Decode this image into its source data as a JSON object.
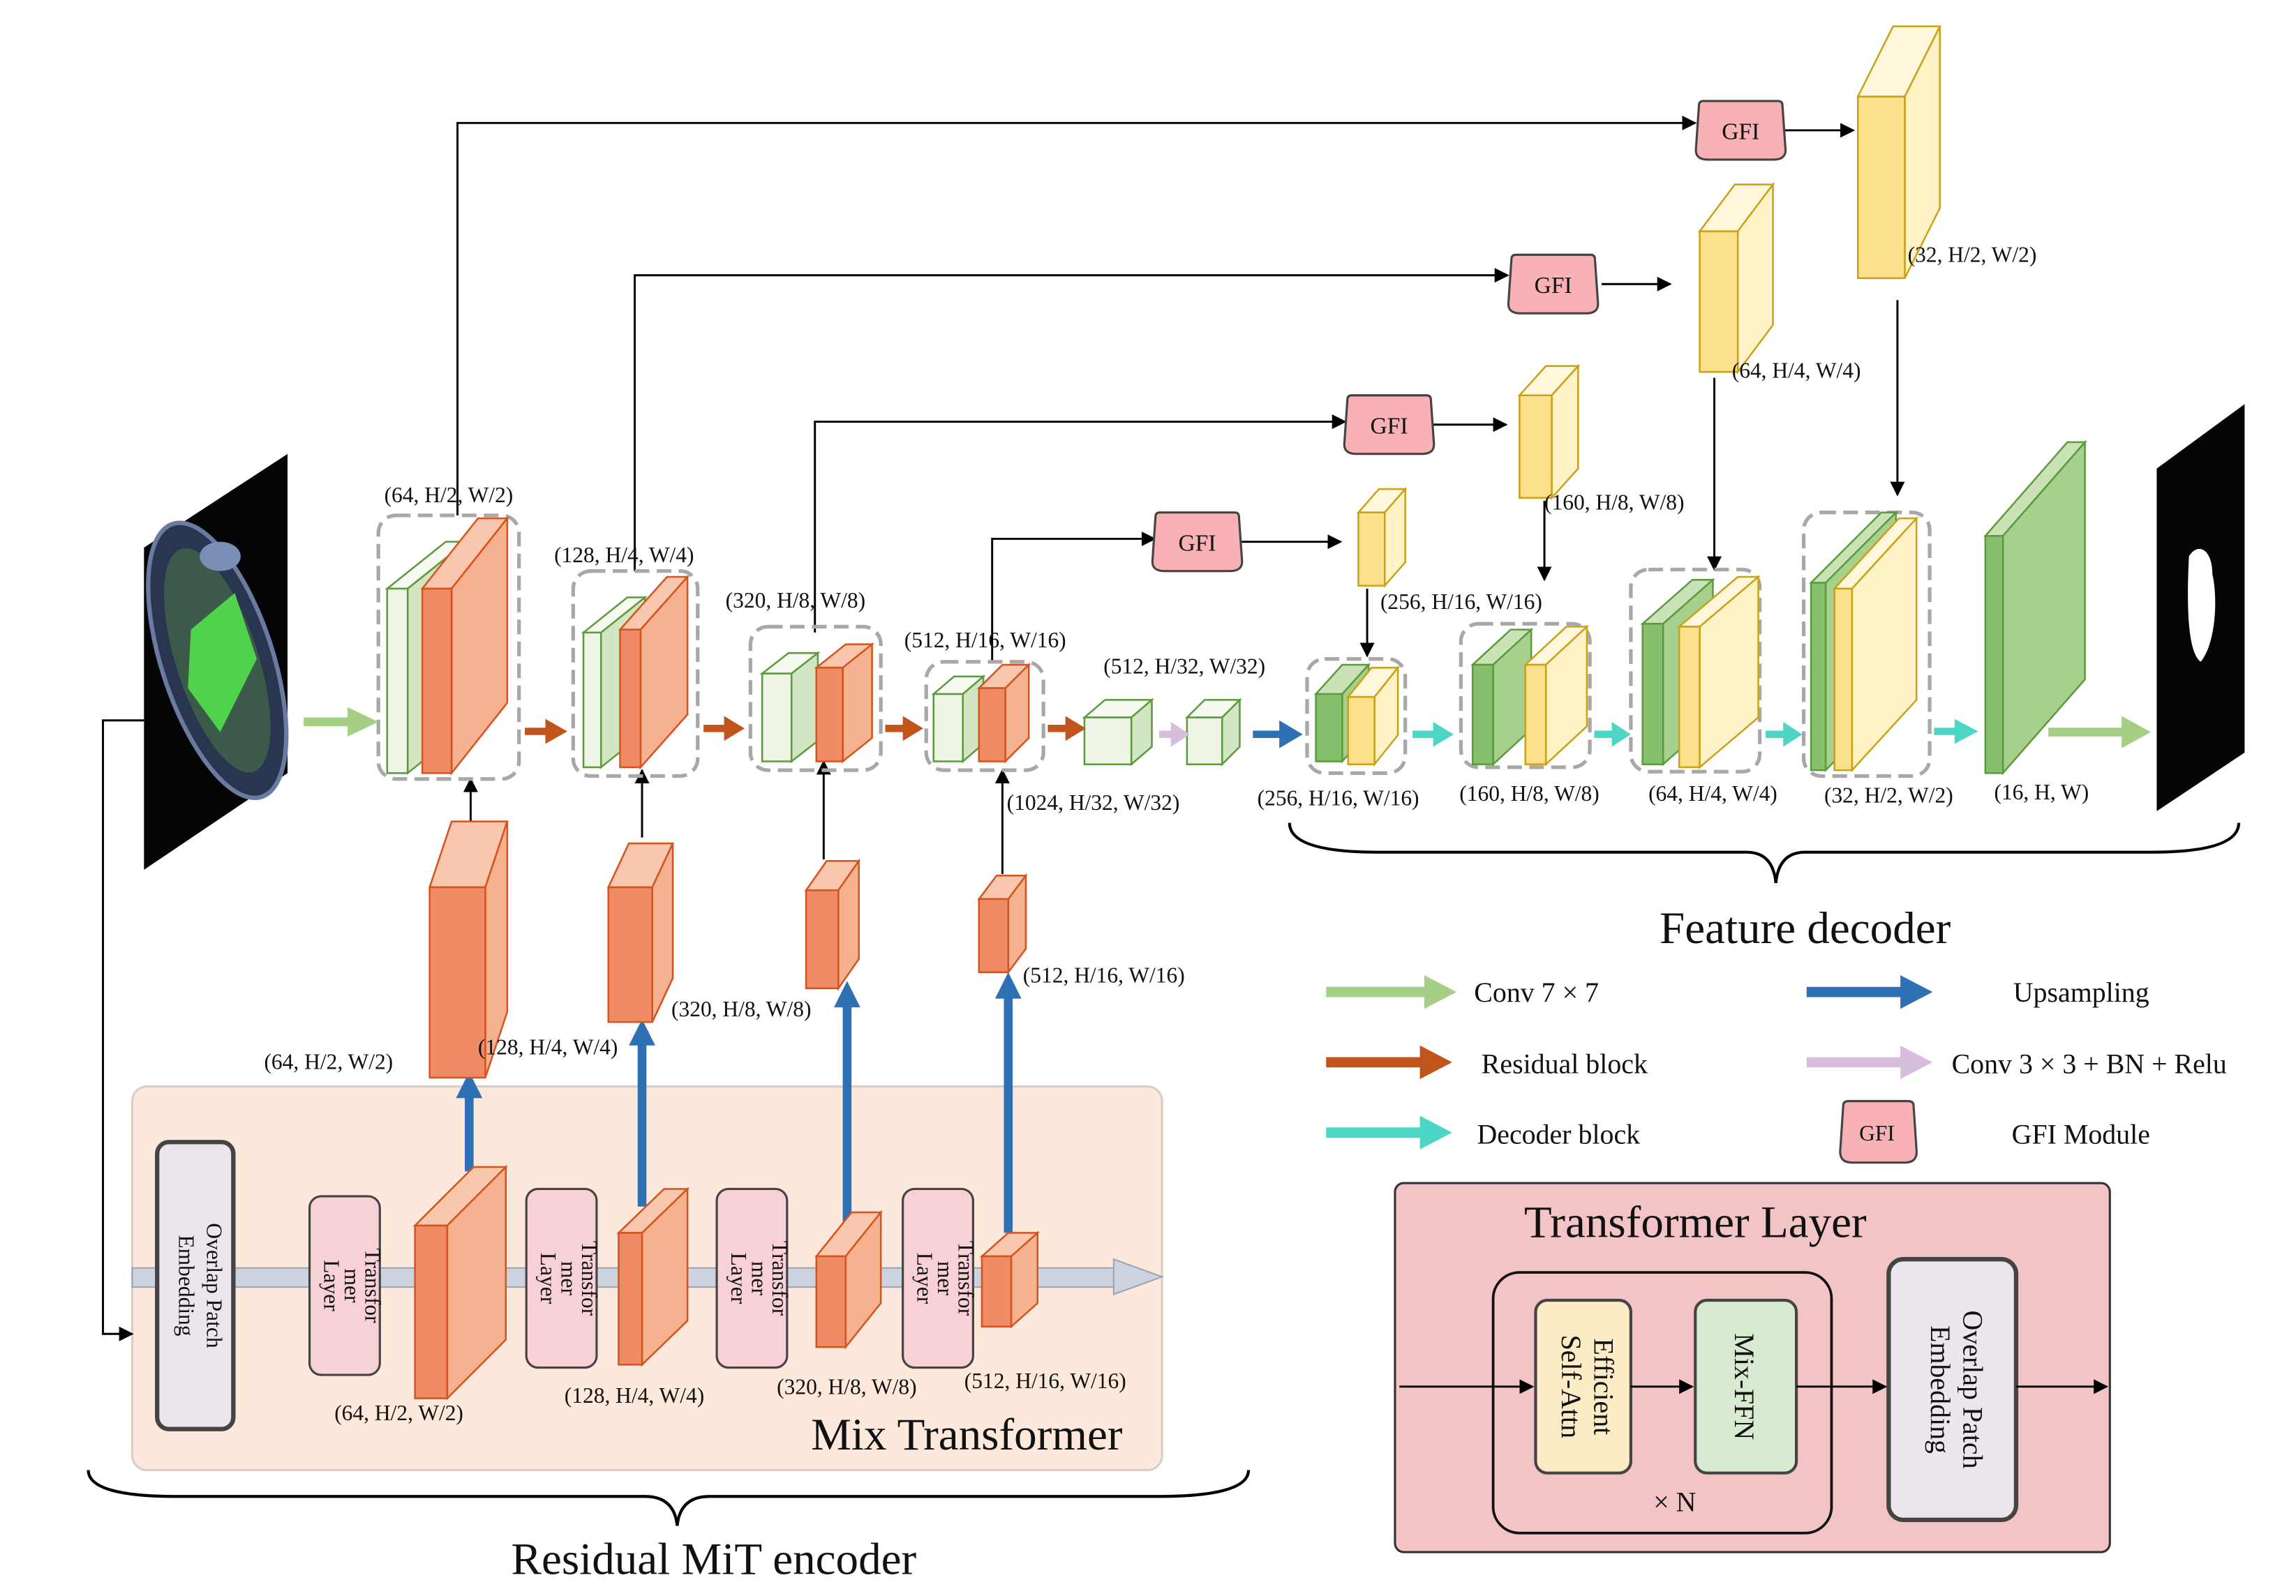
{
  "colors": {
    "green_light": "#eef5e6",
    "green_side": "#d3e6c3",
    "green_mid": "#a7d08c",
    "green_dark": "#86c06c",
    "green_stroke": "#5c9a3e",
    "orange": "#f08c65",
    "orange_light": "#f6b290",
    "orange_stroke": "#d4541f",
    "yellow": "#fde08c",
    "yellow_light": "#fff2c7",
    "yellow_stroke": "#c9a21a",
    "gfi_fill": "#f8b2b5",
    "gfi_stroke": "#444444",
    "arrow_conv7": "#a4cf84",
    "arrow_residual": "#c0541a",
    "arrow_decoder": "#4dd6c6",
    "arrow_up": "#2e70b4",
    "arrow_conv3": "#d7bedc",
    "mix_bg": "#fde8dc",
    "mix_stroke": "#d9cfc8",
    "tl_bg": "#f3c4c6",
    "tl_stroke": "#333333",
    "esa_fill": "#fbecc6",
    "ffn_fill": "#d8ead0",
    "ope_fill": "#ece5ed",
    "tr_fill": "#f7d1d6"
  },
  "encoder_dims": {
    "s1": "(64, H/2, W/2)",
    "s2": "(128, H/4, W/4)",
    "s3": "(320, H/8, W/8)",
    "s4": "(512, H/16, W/16)",
    "s5": "(512, H/32, W/32)",
    "s6": "(1024, H/32, W/32)"
  },
  "mid_dims": {
    "m1": "(64, H/2, W/2)",
    "m2": "(128, H/4, W/4)",
    "m3": "(320, H/8, W/8)",
    "m4": "(512, H/16, W/16)"
  },
  "mix_dims": {
    "x1": "(64, H/2, W/2)",
    "x2": "(128, H/4, W/4)",
    "x3": "(320, H/8, W/8)",
    "x4": "(512, H/16, W/16)"
  },
  "decoder_dims": {
    "d1": "(256, H/16, W/16)",
    "d2": "(160, H/8, W/8)",
    "d3": "(64, H/4, W/4)",
    "d4": "(32, H/2, W/2)",
    "out": "(16, H, W)"
  },
  "skip_dims": {
    "k1": "(256, H/16, W/16)",
    "k2": "(160, H/8, W/8)",
    "k3": "(64, H/4, W/4)",
    "k4": "(32, H/2, W/2)"
  },
  "gfi_label": "GFI",
  "mix_transformer": {
    "title": "Mix Transformer",
    "ope_line1": "Overlap Patch",
    "ope_line2": "Embedding",
    "tr_line1": "Transfor",
    "tr_line2": "mer",
    "tr_line3": "Layer"
  },
  "encoder_caption": "Residual MiT encoder",
  "decoder_caption": "Feature decoder",
  "legend": {
    "conv7": "Conv 7 × 7",
    "residual": "Residual block",
    "decoder": "Decoder block",
    "up": "Upsampling",
    "conv3": "Conv 3 × 3 + BN + Relu",
    "gfi": "GFI Module"
  },
  "transformer_layer": {
    "title": "Transformer Layer",
    "esa_line1": "Efficient",
    "esa_line2": "Self-Attn",
    "ffn": "Mix-FFN",
    "repeat": "×  N",
    "ope_line1": "Overlap Patch",
    "ope_line2": "Embedding"
  }
}
